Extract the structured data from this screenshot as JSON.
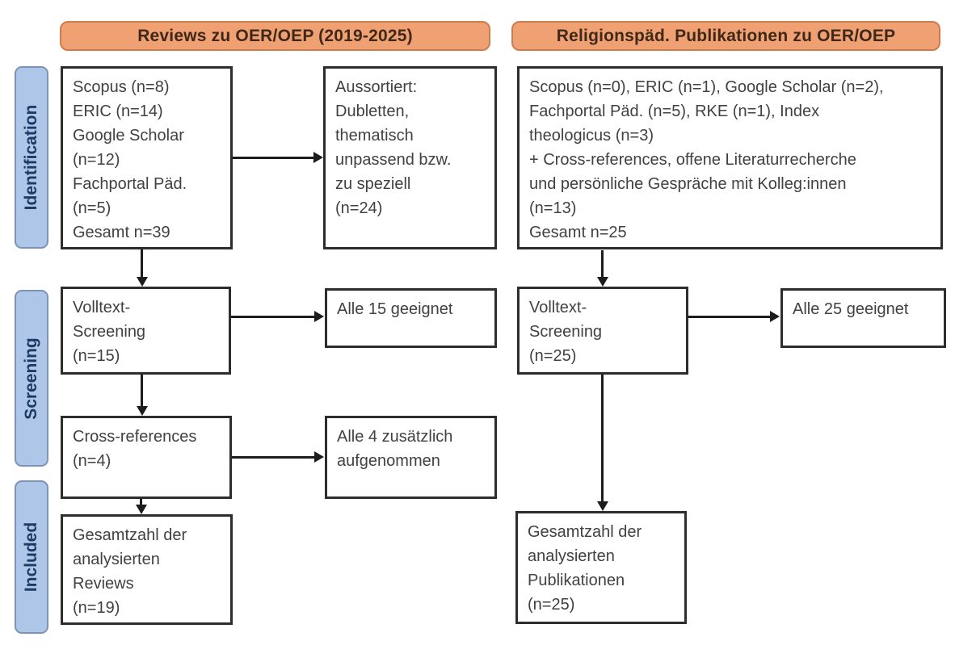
{
  "title_bars": {
    "left": "Reviews zu OER/OEP (2019-2025)",
    "right": "Religionspäd. Publikationen zu OER/OEP"
  },
  "stage_labels": {
    "identification": "Identification",
    "screening": "Screening",
    "included": "Included"
  },
  "boxes": {
    "id_left": "Scopus (n=8)\nERIC (n=14)\nGoogle Scholar\n(n=12)\nFachportal Päd.\n(n=5)\nGesamt n=39",
    "excluded": "Aussortiert:\nDubletten,\nthematisch\nunpassend bzw.\nzu speziell\n(n=24)",
    "id_right": "Scopus (n=0), ERIC (n=1), Google Scholar (n=2),\nFachportal Päd. (n=5), RKE (n=1), Index\ntheologicus (n=3)\n+ Cross-references, offene Literaturrecherche\nund persönliche Gespräche mit Kolleg:innen\n(n=13)\nGesamt n=25",
    "volltext_left": "Volltext-\nScreening\n(n=15)",
    "alle15": "Alle 15 geeignet",
    "volltext_right": "Volltext-\nScreening\n(n=25)",
    "alle25": "Alle 25 geeignet",
    "crossref": "Cross-references\n(n=4)",
    "alle4": "Alle 4 zusätzlich\naufgenommen",
    "included_left": "Gesamtzahl der\nanalysierten\nReviews\n(n=19)",
    "included_right": "Gesamtzahl der\nanalysierten\nPublikationen\n(n=25)"
  },
  "colors": {
    "orange_fill": "#f0a173",
    "orange_border": "#cf7c4b",
    "blue_fill": "#aec7e8",
    "blue_border": "#7b94b5",
    "stage_text": "#1f3864",
    "header_text": "#3f2817",
    "box_border": "#2d2d2d",
    "box_text": "#414141",
    "arrow": "#1c1c1c",
    "bg": "#ffffff"
  }
}
